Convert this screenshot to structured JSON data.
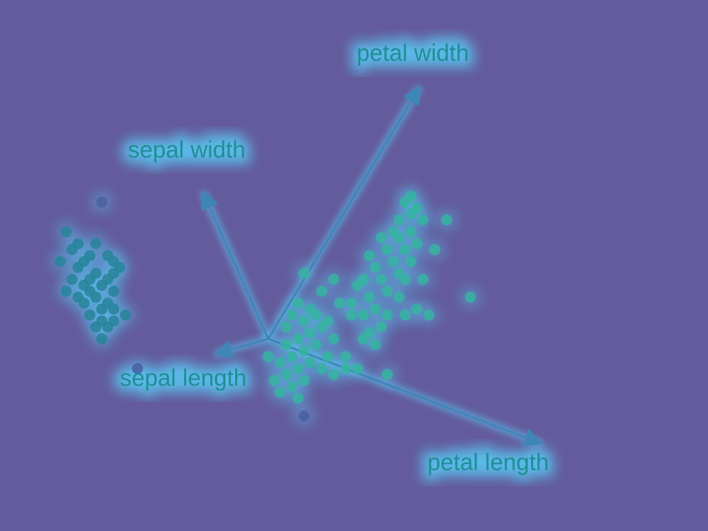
{
  "colors": {
    "background": "#635b9c",
    "axis_line": "#3f86b8",
    "glow": "#58d8ff",
    "label_text": "#1f8f97",
    "point_cluster_a": "#27849a",
    "point_cluster_b": "#35b4a0",
    "point_sparse": "#4a5fa0"
  },
  "chart_data": {
    "type": "scatter",
    "title": "",
    "axes": [
      {
        "name": "sepal length",
        "direction_deg": 196,
        "relative_length": 0.32
      },
      {
        "name": "sepal width",
        "direction_deg": 114,
        "relative_length": 0.93
      },
      {
        "name": "petal width",
        "direction_deg": 59,
        "relative_length": 1.7
      },
      {
        "name": "petal length",
        "direction_deg": -21,
        "relative_length": 1.69
      }
    ],
    "series": [
      {
        "values": [
          [
            -2.8,
            2.3
          ],
          [
            -3.4,
            1.8
          ],
          [
            -2.9,
            1.6
          ],
          [
            -3.3,
            1.5
          ],
          [
            -3.0,
            1.4
          ],
          [
            -2.7,
            1.4
          ],
          [
            -3.5,
            1.3
          ],
          [
            -3.1,
            1.3
          ],
          [
            -2.6,
            1.3
          ],
          [
            -3.2,
            1.2
          ],
          [
            -2.9,
            1.1
          ],
          [
            -2.6,
            1.1
          ],
          [
            -3.3,
            1.0
          ],
          [
            -3.0,
            1.0
          ],
          [
            -2.7,
            1.0
          ],
          [
            -3.1,
            0.9
          ],
          [
            -2.8,
            0.9
          ],
          [
            -3.4,
            0.8
          ],
          [
            -3.0,
            0.8
          ],
          [
            -2.6,
            0.8
          ],
          [
            -3.2,
            0.7
          ],
          [
            -2.9,
            0.7
          ],
          [
            -2.7,
            0.6
          ],
          [
            -3.1,
            0.6
          ],
          [
            -2.8,
            0.5
          ],
          [
            -2.6,
            0.5
          ],
          [
            -3.0,
            0.4
          ],
          [
            -2.8,
            0.3
          ],
          [
            -2.6,
            0.3
          ],
          [
            -2.9,
            0.2
          ],
          [
            -2.7,
            0.2
          ],
          [
            -2.4,
            0.4
          ],
          [
            -3.2,
            1.6
          ],
          [
            -2.5,
            1.2
          ],
          [
            -2.8,
            0.0
          ],
          [
            -2.2,
            -0.5
          ]
        ]
      },
      {
        "values": [
          [
            0.6,
            1.1
          ],
          [
            1.1,
            1.0
          ],
          [
            0.9,
            0.8
          ],
          [
            0.7,
            0.5
          ],
          [
            0.5,
            0.6
          ],
          [
            1.2,
            0.6
          ],
          [
            0.4,
            0.4
          ],
          [
            0.8,
            0.4
          ],
          [
            1.0,
            0.3
          ],
          [
            0.6,
            0.3
          ],
          [
            0.3,
            0.2
          ],
          [
            0.9,
            0.2
          ],
          [
            0.7,
            0.1
          ],
          [
            0.5,
            0.0
          ],
          [
            1.1,
            0.0
          ],
          [
            0.3,
            -0.1
          ],
          [
            0.8,
            -0.1
          ],
          [
            0.6,
            -0.2
          ],
          [
            0.4,
            -0.3
          ],
          [
            1.0,
            -0.3
          ],
          [
            0.2,
            -0.4
          ],
          [
            0.7,
            -0.4
          ],
          [
            0.5,
            -0.5
          ],
          [
            0.9,
            -0.5
          ],
          [
            0.3,
            -0.6
          ],
          [
            0.6,
            -0.7
          ],
          [
            0.1,
            -0.7
          ],
          [
            0.4,
            -0.8
          ],
          [
            0.2,
            -0.9
          ],
          [
            0.5,
            -1.0
          ],
          [
            0.6,
            -1.3
          ],
          [
            1.4,
            0.4
          ],
          [
            1.3,
            -0.3
          ],
          [
            1.3,
            -0.5
          ],
          [
            1.1,
            -0.6
          ],
          [
            0.0,
            -0.3
          ]
        ]
      },
      {
        "values": [
          [
            2.3,
            2.3
          ],
          [
            2.5,
            2.2
          ],
          [
            2.4,
            2.1
          ],
          [
            2.2,
            2.0
          ],
          [
            2.6,
            2.0
          ],
          [
            2.1,
            1.8
          ],
          [
            2.4,
            1.8
          ],
          [
            1.9,
            1.7
          ],
          [
            2.2,
            1.7
          ],
          [
            2.5,
            1.6
          ],
          [
            2.0,
            1.5
          ],
          [
            2.3,
            1.5
          ],
          [
            1.7,
            1.4
          ],
          [
            2.1,
            1.3
          ],
          [
            2.4,
            1.3
          ],
          [
            1.8,
            1.2
          ],
          [
            2.2,
            1.1
          ],
          [
            1.6,
            1.0
          ],
          [
            1.9,
            1.0
          ],
          [
            2.3,
            1.0
          ],
          [
            1.5,
            0.9
          ],
          [
            2.0,
            0.8
          ],
          [
            1.7,
            0.7
          ],
          [
            2.2,
            0.7
          ],
          [
            1.4,
            0.6
          ],
          [
            1.8,
            0.5
          ],
          [
            2.0,
            0.4
          ],
          [
            1.6,
            0.4
          ],
          [
            1.9,
            0.2
          ],
          [
            1.7,
            0.1
          ],
          [
            2.6,
            1.0
          ],
          [
            3.0,
            2.0
          ],
          [
            2.8,
            1.5
          ],
          [
            2.5,
            0.5
          ],
          [
            1.5,
            -0.5
          ],
          [
            2.0,
            -0.6
          ],
          [
            1.6,
            0.0
          ],
          [
            3.4,
            0.7
          ],
          [
            2.7,
            0.4
          ],
          [
            2.3,
            0.4
          ],
          [
            1.8,
            -0.1
          ],
          [
            2.4,
            2.4
          ]
        ]
      }
    ]
  },
  "labels": {
    "petal_width": "petal width",
    "sepal_width": "sepal width",
    "sepal_length": "sepal length",
    "petal_length": "petal length"
  }
}
